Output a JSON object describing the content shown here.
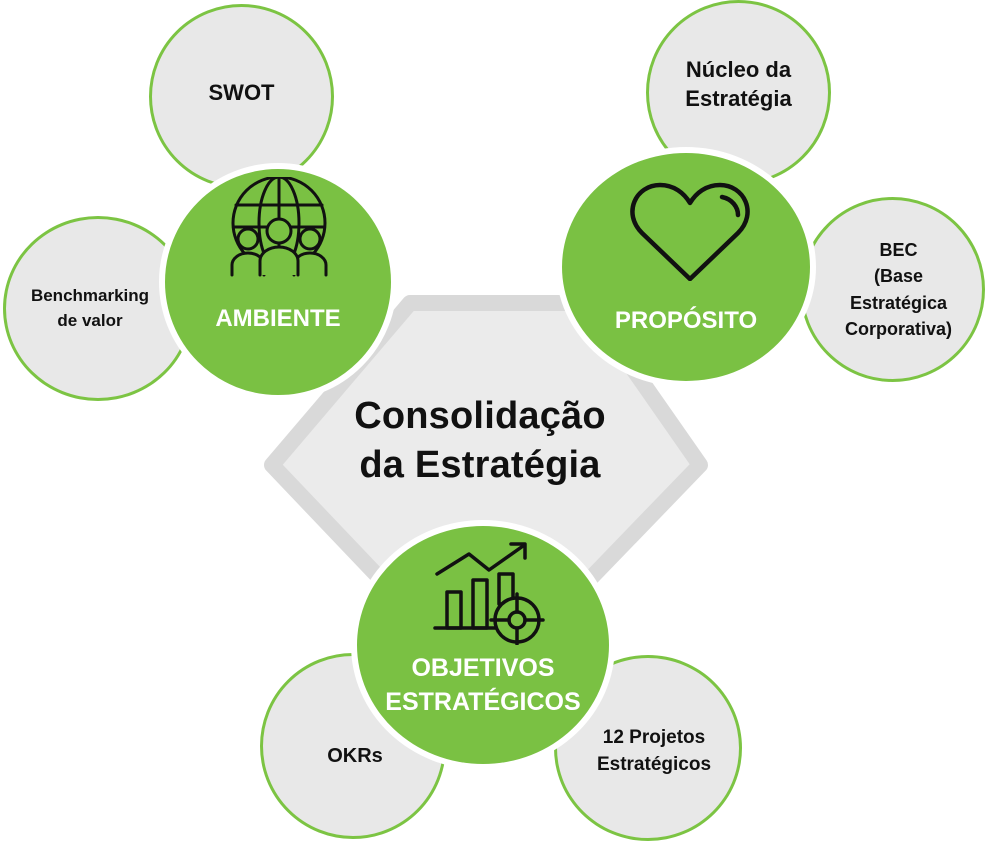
{
  "center": {
    "title": "Consolidação\nda Estratégia"
  },
  "hubs": {
    "ambiente": {
      "label": "AMBIENTE",
      "icon": "globe-people-icon"
    },
    "proposito": {
      "label": "PROPÓSITO",
      "icon": "heart-icon"
    },
    "objetivos": {
      "label": "OBJETIVOS\nESTRATÉGICOS",
      "icon": "growth-chart-target-icon"
    }
  },
  "satellites": {
    "swot": "SWOT",
    "benchmarking": "Benchmarking\nde valor",
    "nucleo": "Núcleo da\nEstratégia",
    "bec": "BEC\n(Base\nEstratégica\nCorporativa)",
    "okrs": "OKRs",
    "projetos": "12 Projetos\nEstratégicos"
  },
  "colors": {
    "hub_green": "#7ac143",
    "satellite_fill": "#e8e8e8",
    "satellite_border": "#7cc443",
    "pentagon_fill": "#ebebeb",
    "pentagon_border": "#d6d6d6"
  }
}
